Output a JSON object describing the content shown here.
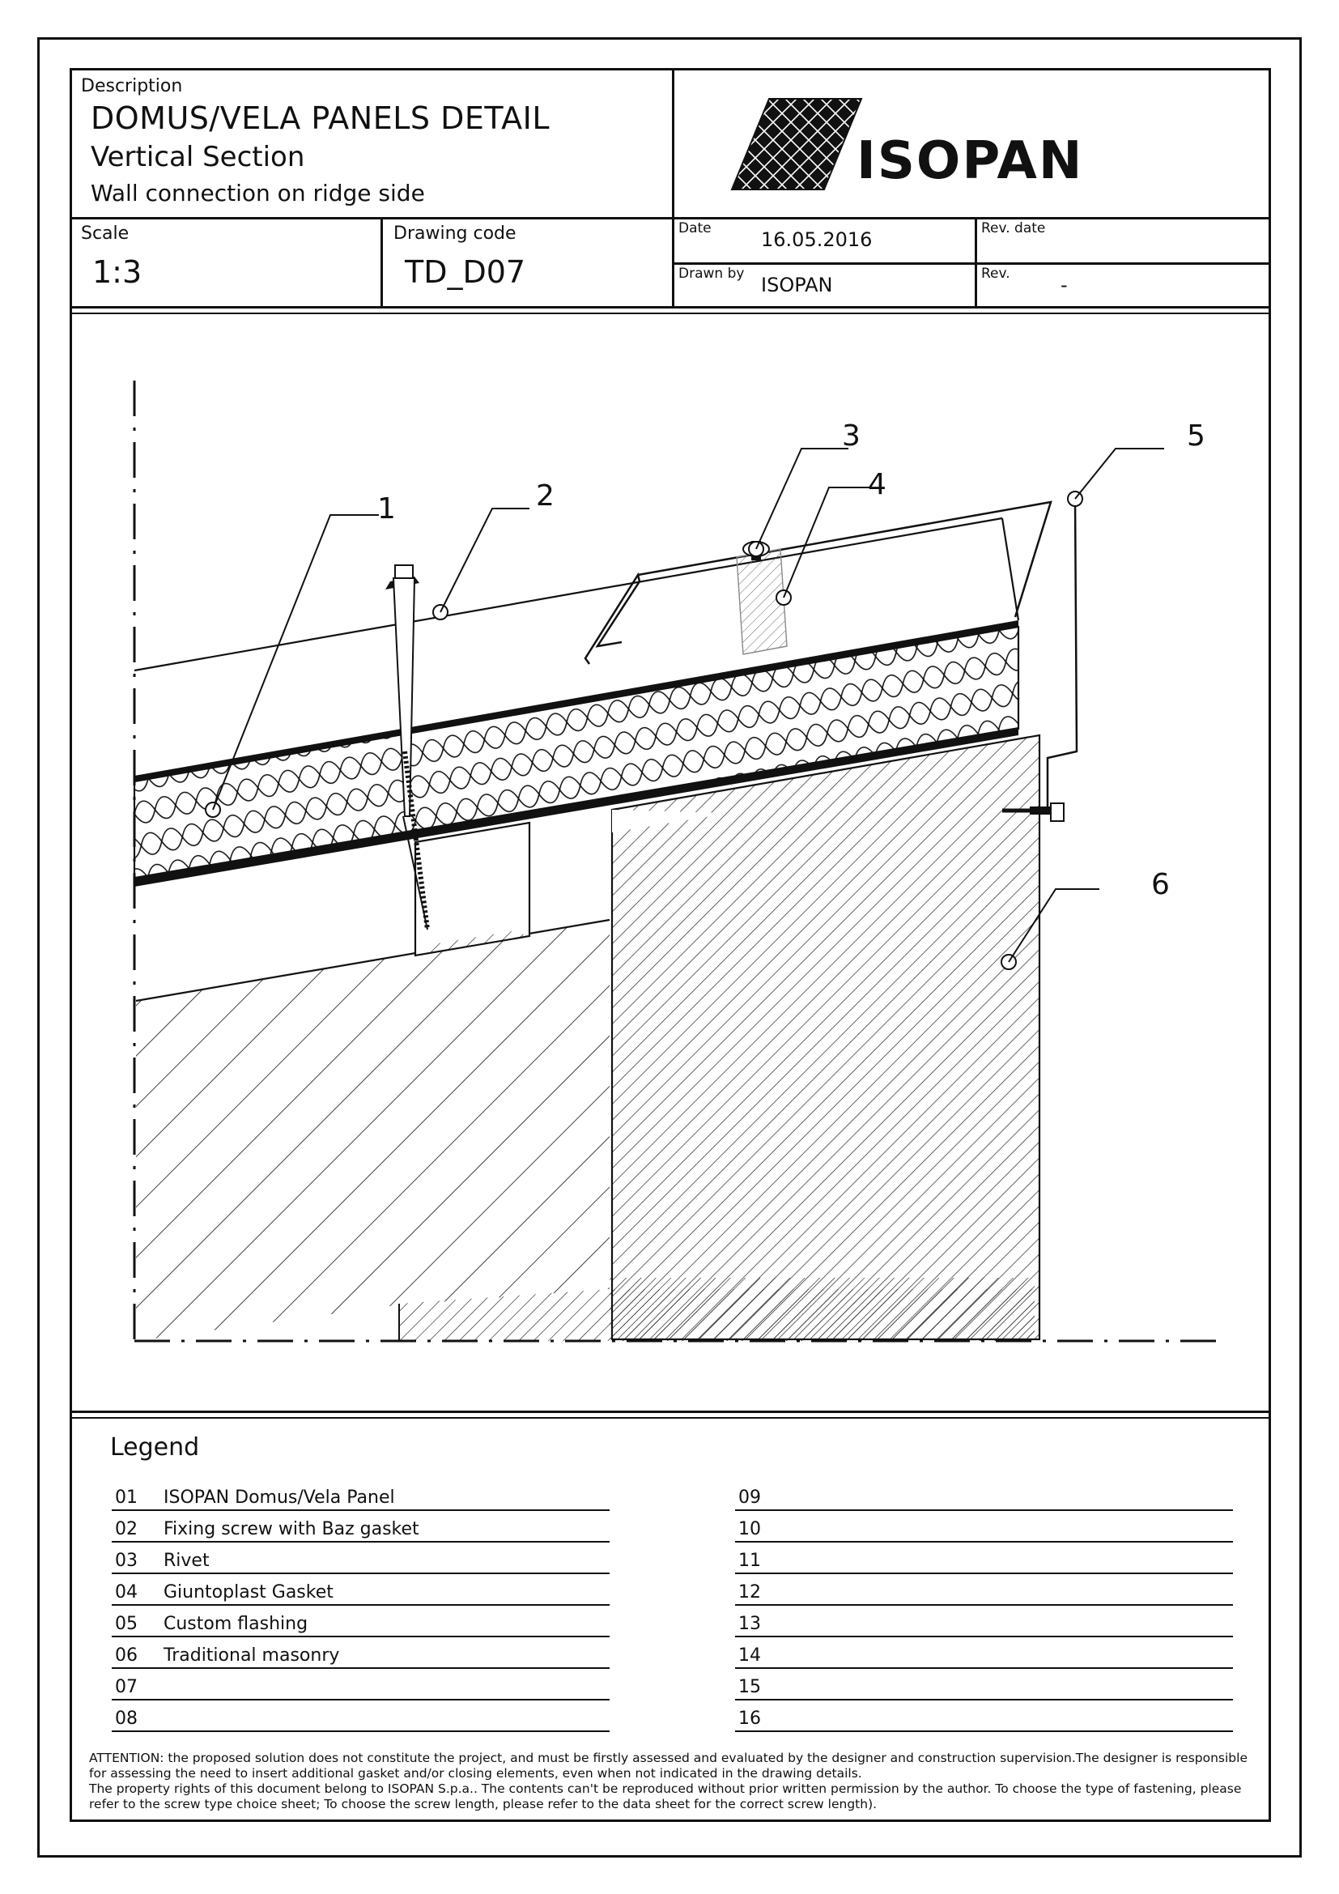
{
  "header": {
    "description_label": "Description",
    "title": "DOMUS/VELA PANELS DETAIL",
    "subtitle": "Vertical Section",
    "subtitle2": "Wall connection on ridge side",
    "scale_label": "Scale",
    "scale_value": "1:3",
    "drawing_code_label": "Drawing code",
    "drawing_code_value": "TD_D07",
    "date_label": "Date",
    "date_value": "16.05.2016",
    "rev_date_label": "Rev. date",
    "rev_date_value": "",
    "drawn_by_label": "Drawn by",
    "drawn_by_value": "ISOPAN",
    "rev_label": "Rev.",
    "rev_value": "-"
  },
  "logo": {
    "text": "ISOPAN"
  },
  "drawing": {
    "callouts": [
      "1",
      "2",
      "3",
      "4",
      "5",
      "6"
    ]
  },
  "legend": {
    "title": "Legend",
    "left": [
      {
        "num": "01",
        "text": "ISOPAN Domus/Vela Panel"
      },
      {
        "num": "02",
        "text": "Fixing screw with Baz gasket"
      },
      {
        "num": "03",
        "text": "Rivet"
      },
      {
        "num": "04",
        "text": "Giuntoplast Gasket"
      },
      {
        "num": "05",
        "text": "Custom flashing"
      },
      {
        "num": "06",
        "text": "Traditional masonry"
      },
      {
        "num": "07",
        "text": ""
      },
      {
        "num": "08",
        "text": ""
      }
    ],
    "right": [
      {
        "num": "09",
        "text": ""
      },
      {
        "num": "10",
        "text": ""
      },
      {
        "num": "11",
        "text": ""
      },
      {
        "num": "12",
        "text": ""
      },
      {
        "num": "13",
        "text": ""
      },
      {
        "num": "14",
        "text": ""
      },
      {
        "num": "15",
        "text": ""
      },
      {
        "num": "16",
        "text": ""
      }
    ]
  },
  "attention": {
    "line1": "ATTENTION: the proposed solution does not constitute the project, and must be firstly assessed and evaluated by the designer and construction supervision.The designer is responsible for assessing the need to insert additional gasket and/or closing elements, even when not indicated in the drawing details.",
    "line2": "The property rights of this document belong to ISOPAN S.p.a.. The contents can't be reproduced without prior written permission by the author. To choose the type of fastening, please refer to the screw type choice sheet; To choose the screw length, please refer to the data sheet for the correct screw length)."
  }
}
